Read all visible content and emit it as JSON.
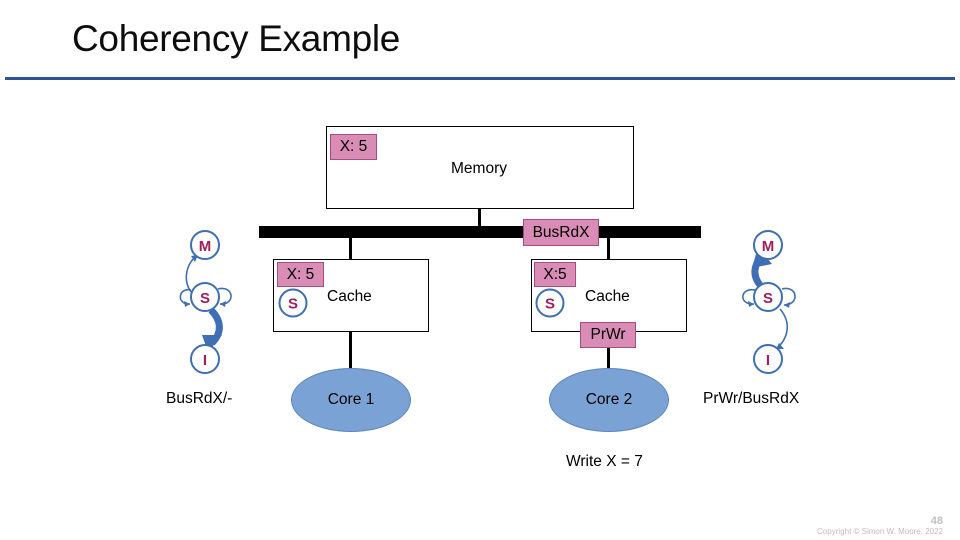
{
  "slide": {
    "title": "Coherency Example",
    "accent_color": "#2e5496",
    "badge_fill": "#d98cb5",
    "badge_border": "#a64d79",
    "core_fill": "#7ba2d4",
    "state_circle_stroke": "#3f6eb5",
    "state_letter_color": "#a01e5a",
    "arrow_color": "#3f6eb5"
  },
  "memory": {
    "label": "Memory",
    "value_badge": "X: 5"
  },
  "bus": {
    "message_badge": "BusRdX"
  },
  "caches": [
    {
      "label": "Cache",
      "value_badge": "X: 5",
      "state": "S"
    },
    {
      "label": "Cache",
      "value_badge": "X:5",
      "state": "S",
      "event_badge": "PrWr"
    }
  ],
  "cores": [
    {
      "label": "Core 1"
    },
    {
      "label": "Core 2",
      "caption": "Write X = 7"
    }
  ],
  "state_machines": [
    {
      "id": "left",
      "states": [
        "M",
        "S",
        "I"
      ],
      "transition_label": "BusRdX/-",
      "highlighted_transition": "S->I"
    },
    {
      "id": "right",
      "states": [
        "M",
        "S",
        "I"
      ],
      "transition_label": "PrWr/BusRdX",
      "highlighted_transition": "S->M"
    }
  ],
  "footer": {
    "page_number": "48",
    "copyright": "Copyright © Simon W. Moore, 2022"
  }
}
